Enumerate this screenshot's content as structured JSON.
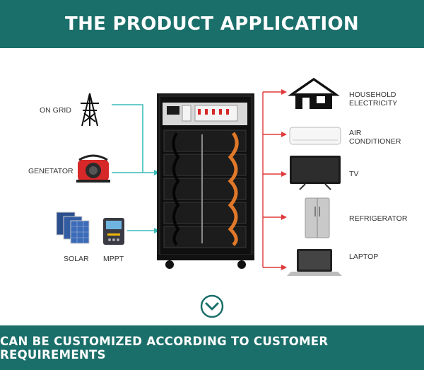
{
  "header": {
    "title": "THE PRODUCT APPLICATION"
  },
  "inputs": {
    "on_grid": "ON GRID",
    "generator": "GENETATOR",
    "solar": "SOLAR",
    "mppt": "MPPT"
  },
  "outputs": {
    "household": "HOUSEHOLD ELECTRICITY",
    "air_conditioner": "AIR CONDITIONER",
    "tv": "TV",
    "refrigerator": "REFRIGERATOR",
    "laptop": "LAPTOP"
  },
  "footer": {
    "text": "CAN BE CUSTOMIZED ACCORDING TO CUSTOMER REQUIREMENTS"
  },
  "colors": {
    "banner": "#1b6f6a",
    "input_line": "#3bbcb8",
    "output_arrow": "#e03a3a",
    "cabinet": "#1a1a1a",
    "accent_orange": "#e0782a"
  },
  "icons": {
    "grid": "power-tower-icon",
    "generator": "generator-icon",
    "solar": "solar-panel-icon",
    "mppt": "mppt-controller-icon",
    "house": "house-icon",
    "ac": "air-conditioner-icon",
    "tv": "tv-icon",
    "fridge": "refrigerator-icon",
    "laptop": "laptop-icon",
    "scroll": "chevron-down-circle-icon"
  }
}
